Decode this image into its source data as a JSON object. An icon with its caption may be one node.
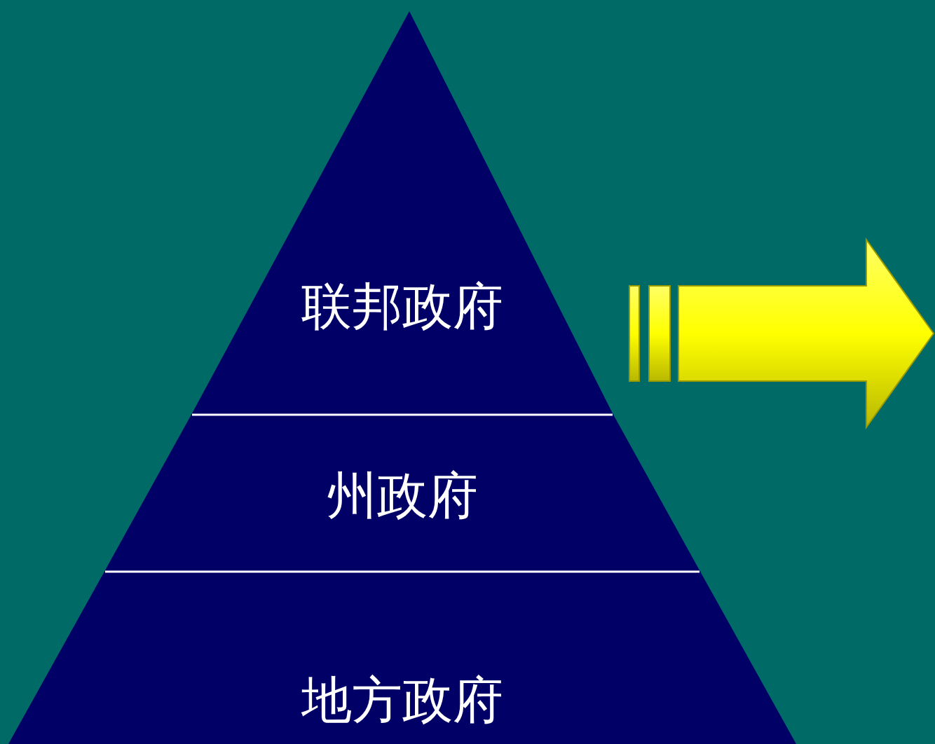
{
  "diagram": {
    "nodes": [
      {
        "text": [
          "联邦政府"
        ]
      },
      {
        "text": [
          "州政府"
        ]
      },
      {
        "text": [
          "地方政府"
        ]
      }
    ]
  }
}
